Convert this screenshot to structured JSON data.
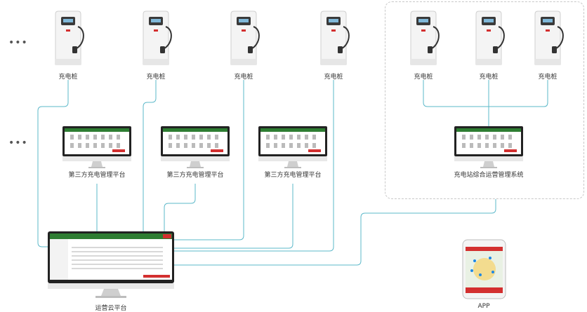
{
  "labels": {
    "charger": "充电桩",
    "third_party": "第三方充电管理平台",
    "station_system": "充电站综合运营管理系统",
    "cloud": "运营云平台",
    "app": "APP",
    "ellipsis": "•••"
  },
  "colors": {
    "line": "#5bb8c9",
    "accent_green": "#2e7d32",
    "accent_red": "#d32f2f"
  }
}
